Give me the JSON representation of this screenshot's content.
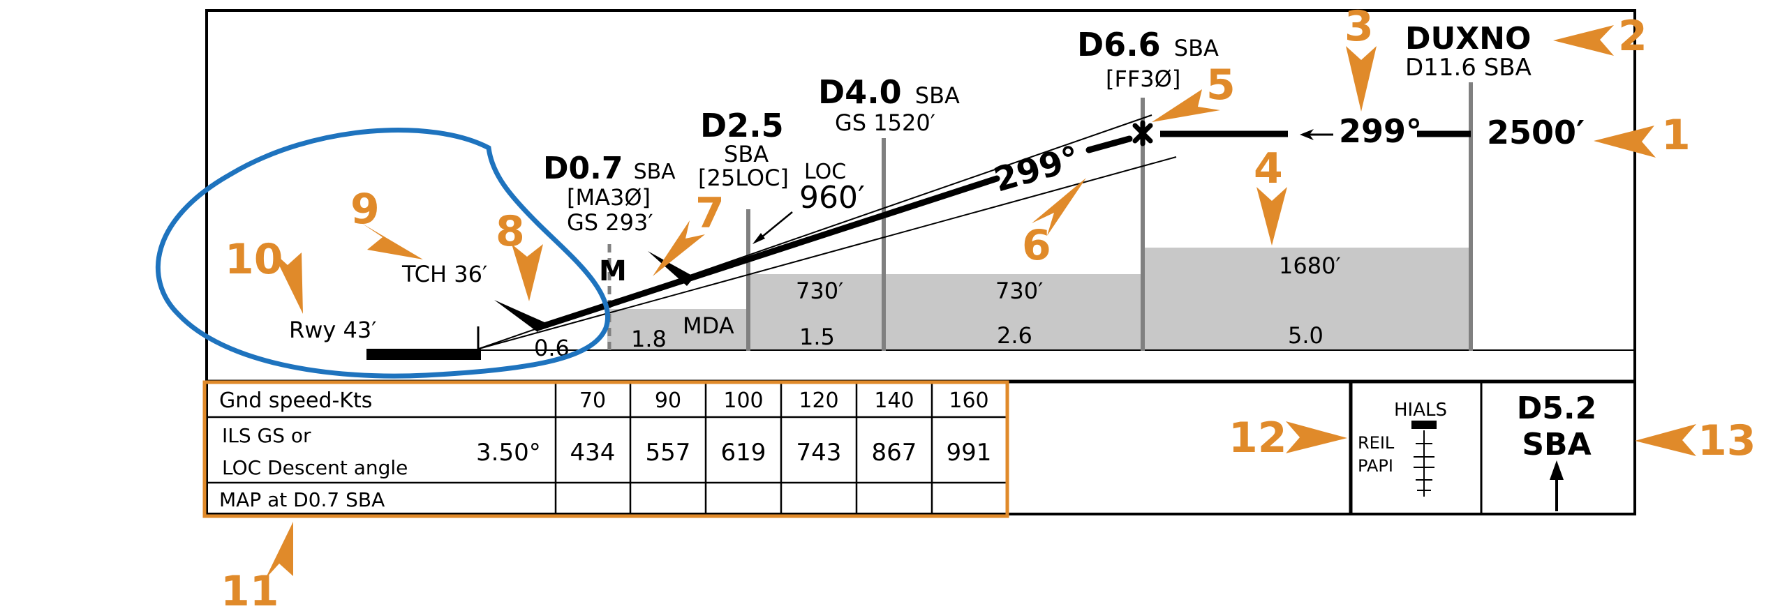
{
  "colors": {
    "ink": "#000000",
    "terrain": "#c8c8c8",
    "annotation": "#e08a2a",
    "circle": "#1e73be",
    "background": "#ffffff"
  },
  "profile": {
    "fixes": {
      "duxno": {
        "name": "DUXNO",
        "dist": "D11.6 SBA"
      },
      "d66": {
        "dist": "D6.6",
        "ref": "SBA",
        "code": "[FF3Ø]"
      },
      "d40": {
        "dist": "D4.0",
        "ref": "SBA",
        "gs": "GS 1520′"
      },
      "d25": {
        "dist": "D2.5",
        "ref": "SBA",
        "code": "[25LOC]",
        "loc_label": "LOC",
        "loc_alt": "960′"
      },
      "d07": {
        "dist": "D0.7",
        "ref": "SBA",
        "code": "[MA3Ø]",
        "gs": "GS 293′",
        "marker": "M"
      }
    },
    "initial_altitude": "2500′",
    "inbound_course": "299°",
    "final_course": "299°",
    "tch": "TCH 36′",
    "runway_elev": "Rwy 43′",
    "mda_label": "MDA",
    "step_altitudes": [
      "730′",
      "730′",
      "1680′"
    ],
    "segment_distances": [
      "0.6",
      "1.8",
      "1.5",
      "2.6",
      "5.0"
    ]
  },
  "table": {
    "header_label": "Gnd speed-Kts",
    "speeds": [
      "70",
      "90",
      "100",
      "120",
      "140",
      "160"
    ],
    "row2_label_line1": "ILS GS or",
    "row2_label_line2": "LOC Descent angle",
    "angle": "3.50°",
    "rates": [
      "434",
      "557",
      "619",
      "743",
      "867",
      "991"
    ],
    "map_label": "MAP at D0.7 SBA"
  },
  "lighting": {
    "hials": "HIALS",
    "reil": "REIL",
    "papi": "PAPI"
  },
  "missed_fix": {
    "dist": "D5.2",
    "ref": "SBA"
  },
  "annotations": [
    "1",
    "2",
    "3",
    "4",
    "5",
    "6",
    "7",
    "8",
    "9",
    "10",
    "11",
    "12",
    "13"
  ]
}
